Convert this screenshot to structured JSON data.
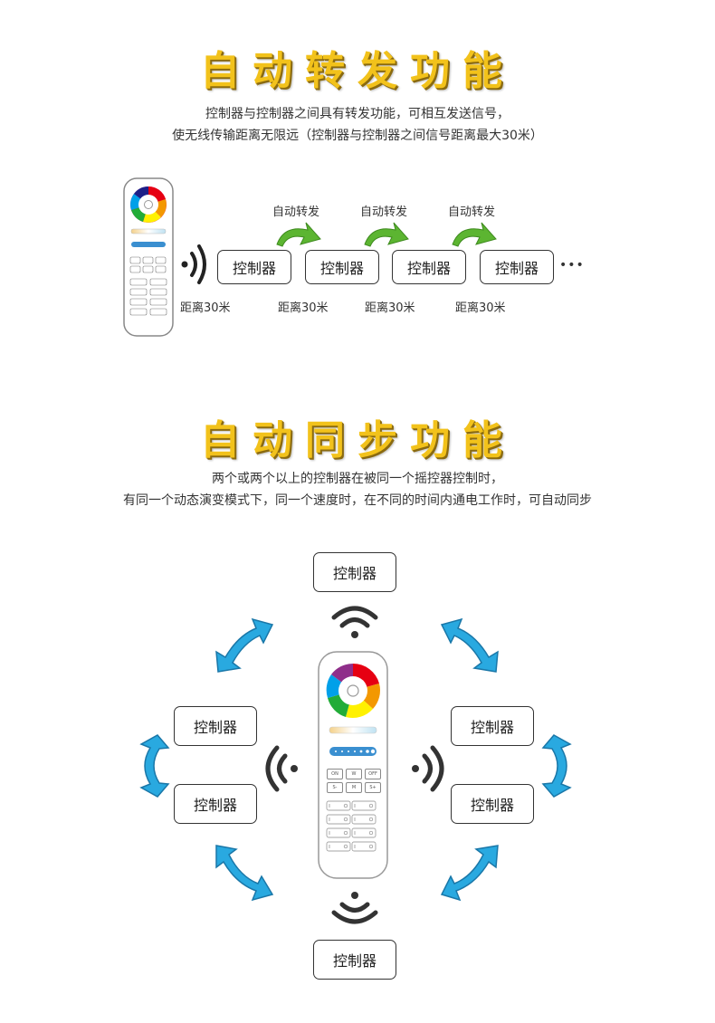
{
  "section1": {
    "title": "自动转发功能",
    "desc_line1": "控制器与控制器之间具有转发功能，可相互发送信号，",
    "desc_line2": "使无线传输距离无限远（控制器与控制器之间信号距离最大30米）",
    "controller_label": "控制器",
    "forward_label": "自动转发",
    "distance_label": "距离30米",
    "ellipsis": "•••"
  },
  "section2": {
    "title": "自动同步功能",
    "desc_line1": "两个或两个以上的控制器在被同一个摇控器控制时，",
    "desc_line2": "有同一个动态演变模式下，同一个速度时，在不同的时间内通电工作时，可自动同步",
    "controller_label": "控制器"
  },
  "remote": {
    "btn_on": "ON",
    "btn_w": "W",
    "btn_off": "OFF",
    "btn_s_minus": "S-",
    "btn_m": "M",
    "btn_s_plus": "S+"
  },
  "colors": {
    "title_gold": "#f2c21b",
    "arrow_green": "#5cb531",
    "arrow_blue": "#29a9e0"
  }
}
